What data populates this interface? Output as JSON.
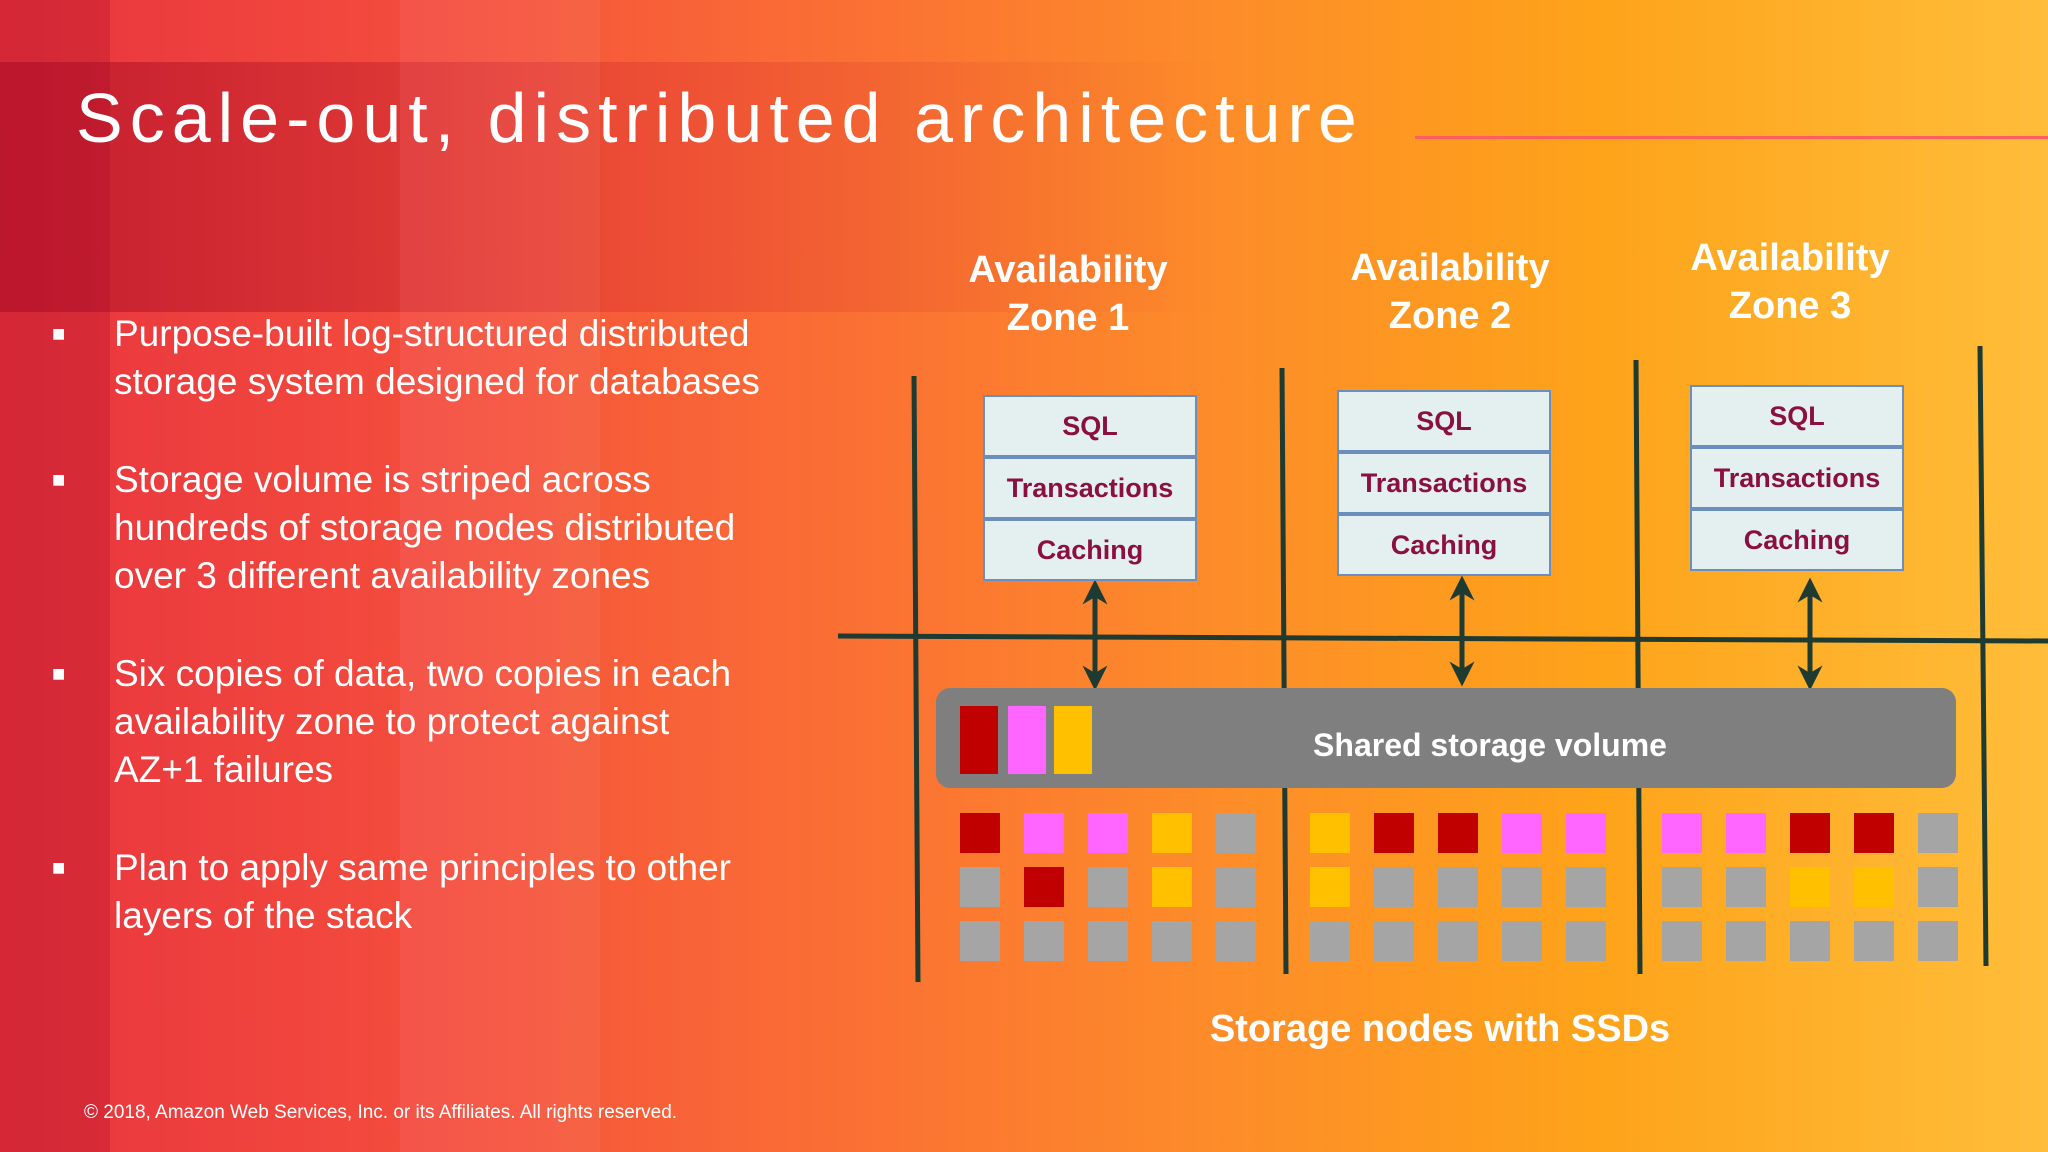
{
  "title": "Scale-out, distributed architecture",
  "bullets": [
    {
      "line1": "Purpose-built log-structured distributed",
      "line2": "storage system designed for databases",
      "line3": ""
    },
    {
      "line1": "Storage volume is striped across",
      "line2": "hundreds of storage nodes distributed",
      "line3": "over 3 different availability zones"
    },
    {
      "line1": "Six copies of data, two copies in each",
      "line2": "availability zone to protect against",
      "line3": "AZ+1 failures"
    },
    {
      "line1": "Plan to apply same principles to other",
      "line2": "layers of the stack",
      "line3": ""
    }
  ],
  "bullet_marker": "■",
  "zones": [
    {
      "line1": "Availability",
      "line2": "Zone 1"
    },
    {
      "line1": "Availability",
      "line2": "Zone 2"
    },
    {
      "line1": "Availability",
      "line2": "Zone 3"
    }
  ],
  "stack_layers": [
    "SQL",
    "Transactions",
    "Caching"
  ],
  "shared_storage_label": "Shared storage volume",
  "storage_nodes_label": "Storage nodes with SSDs",
  "footer": "© 2018, Amazon Web Services, Inc. or its Affiliates. All rights reserved.",
  "colors": {
    "red": "#c00000",
    "pink": "#ff66ff",
    "yellow": "#ffc000",
    "gray": "#a5a5a5",
    "storage_bar": "#7f7f7f",
    "divider": "#1f3a30",
    "stack_text": "#8a1040"
  },
  "storage_grid": [
    [
      [
        "red",
        "pink",
        "pink",
        "yellow",
        "gray"
      ],
      [
        "gray",
        "red",
        "gray",
        "yellow",
        "gray"
      ],
      [
        "gray",
        "gray",
        "gray",
        "gray",
        "gray"
      ]
    ],
    [
      [
        "yellow",
        "red",
        "red",
        "pink",
        "pink"
      ],
      [
        "yellow",
        "gray",
        "gray",
        "gray",
        "gray"
      ],
      [
        "gray",
        "gray",
        "gray",
        "gray",
        "gray"
      ]
    ],
    [
      [
        "pink",
        "pink",
        "red",
        "red",
        "gray"
      ],
      [
        "gray",
        "gray",
        "yellow",
        "yellow",
        "gray"
      ],
      [
        "gray",
        "gray",
        "gray",
        "gray",
        "gray"
      ]
    ]
  ],
  "legend_colors": [
    "red",
    "pink",
    "yellow"
  ]
}
